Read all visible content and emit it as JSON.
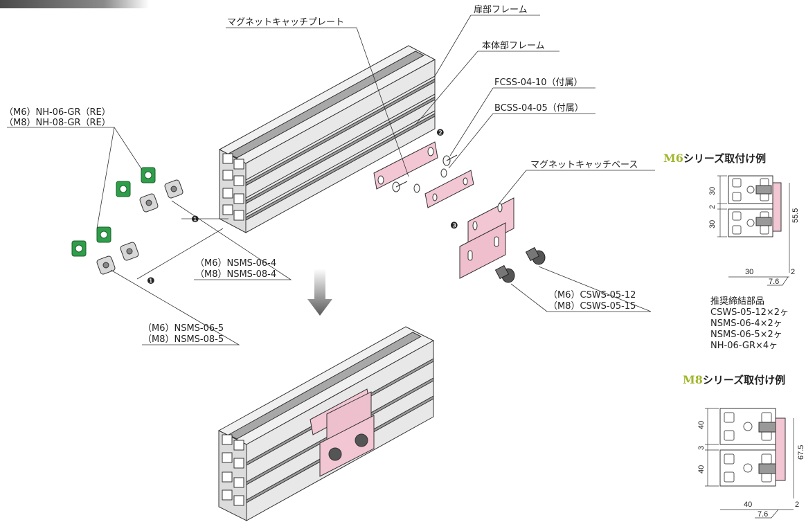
{
  "labels": {
    "door_frame": "扉部フレーム",
    "magnet_plate": "マグネットキャッチプレート",
    "body_frame": "本体部フレーム",
    "fcss": "FCSS-04-10（付属）",
    "bcss": "BCSS-04-05（付属）",
    "magnet_base": "マグネットキャッチベース",
    "nh_m6": "（M6）NH-06-GR（RE）",
    "nh_m8": "（M8）NH-08-GR（RE）",
    "nsms4_m6": "（M6）NSMS-06-4",
    "nsms4_m8": "（M8）NSMS-08-4",
    "nsms5_m6": "（M6）NSMS-06-5",
    "nsms5_m8": "（M8）NSMS-08-5",
    "csws_m6": "（M6）CSWS-05-12",
    "csws_m8": "（M8）CSWS-05-15"
  },
  "markers": {
    "m1a": "❶",
    "m1b": "❶",
    "m2": "❷",
    "m3": "❸"
  },
  "m6": {
    "title_prefix": "M6",
    "title_suffix": "シリーズ取付け例",
    "dims": {
      "h30a": "30",
      "h2": "2",
      "h30b": "30",
      "h55_5": "55.5",
      "w30": "30",
      "w2": "2",
      "w7_6": "7.6"
    }
  },
  "parts": {
    "title": "推奨締結部品",
    "items": [
      "CSWS-05-12×2ヶ",
      "NSMS-06-4×2ヶ",
      "NSMS-06-5×2ヶ",
      "NH-06-GR×4ヶ"
    ]
  },
  "m8": {
    "title_prefix": "M8",
    "title_suffix": "シリーズ取付け例",
    "dims": {
      "h40a": "40",
      "h3": "3",
      "h40b": "40",
      "h67_5": "67.5",
      "w40": "40",
      "w2": "2",
      "w7_6": "7.6"
    }
  },
  "colors": {
    "pink": "#f2c6d3",
    "green": "#2f9e4a",
    "frame": "#e3e3e3",
    "dark": "#6e6e6e"
  }
}
